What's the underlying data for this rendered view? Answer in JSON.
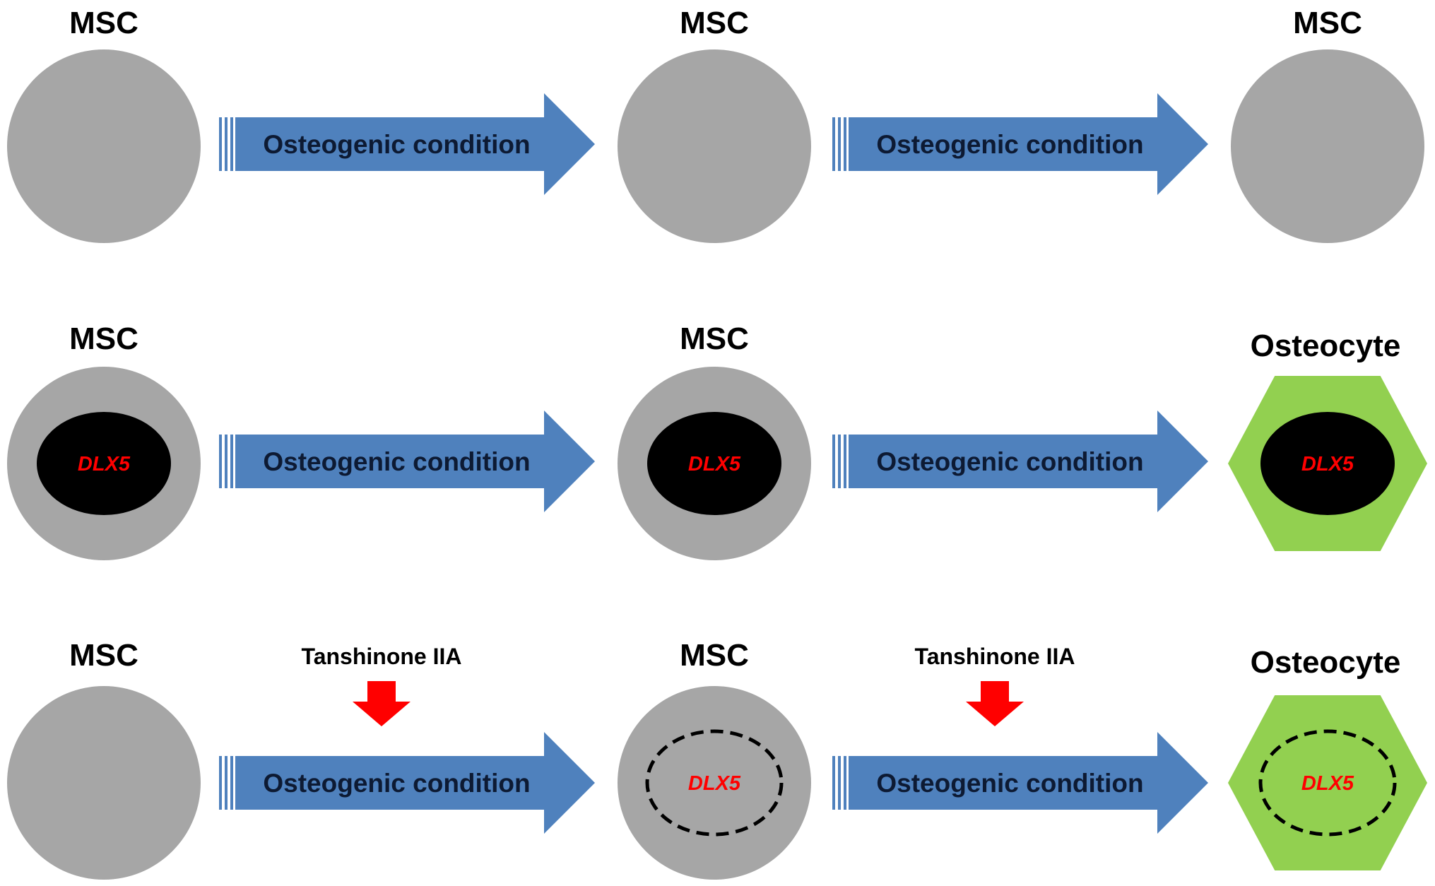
{
  "colors": {
    "cell_fill": "#a6a6a6",
    "osteocyte_fill": "#92d050",
    "nucleus_fill": "#000000",
    "gene_text": "#ff0000",
    "arrow_fill": "#4f81bd",
    "inhibit_arrow": "#ff0000"
  },
  "labels": {
    "msc": "MSC",
    "osteocyte": "Osteocyte",
    "gene": "DLX5",
    "condition": "Osteogenic condition",
    "treatment": "Tanshinone IIA"
  },
  "rows": [
    {
      "cells": [
        {
          "title": "MSC",
          "shape": "circle",
          "nucleus": "none"
        },
        {
          "title": "MSC",
          "shape": "circle",
          "nucleus": "none"
        },
        {
          "title": "MSC",
          "shape": "circle",
          "nucleus": "none"
        }
      ],
      "arrows": [
        {
          "label": "Osteogenic condition"
        },
        {
          "label": "Osteogenic condition"
        }
      ]
    },
    {
      "cells": [
        {
          "title": "MSC",
          "shape": "circle",
          "nucleus": "solid",
          "gene": "DLX5"
        },
        {
          "title": "MSC",
          "shape": "circle",
          "nucleus": "solid",
          "gene": "DLX5"
        },
        {
          "title": "Osteocyte",
          "shape": "hexagon",
          "nucleus": "solid",
          "gene": "DLX5"
        }
      ],
      "arrows": [
        {
          "label": "Osteogenic condition"
        },
        {
          "label": "Osteogenic condition"
        }
      ]
    },
    {
      "cells": [
        {
          "title": "MSC",
          "shape": "circle",
          "nucleus": "none"
        },
        {
          "title": "MSC",
          "shape": "circle",
          "nucleus": "dashed",
          "gene": "DLX5"
        },
        {
          "title": "Osteocyte",
          "shape": "hexagon",
          "nucleus": "dashed",
          "gene": "DLX5"
        }
      ],
      "arrows": [
        {
          "label": "Osteogenic condition",
          "treatment": "Tanshinone IIA"
        },
        {
          "label": "Osteogenic condition",
          "treatment": "Tanshinone IIA"
        }
      ]
    }
  ]
}
